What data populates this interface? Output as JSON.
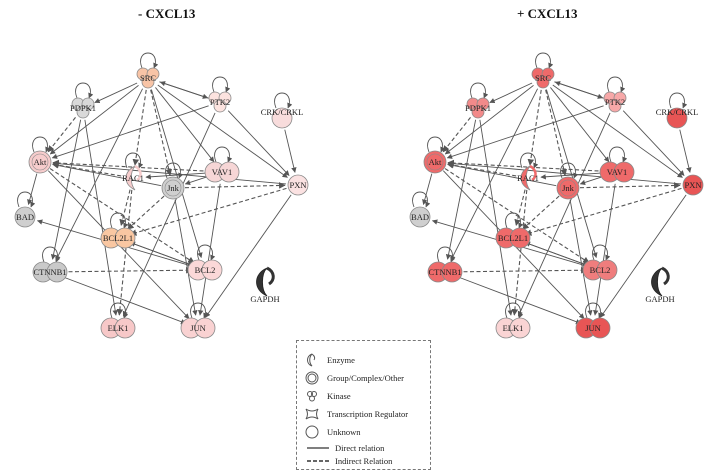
{
  "panels": [
    {
      "title": "- CXCL13",
      "nodes": [
        {
          "id": "SRC",
          "label": "SRC",
          "type": "kinase",
          "color": "#f8c4a6"
        },
        {
          "id": "PDPK1",
          "label": "PDPK1",
          "type": "kinase",
          "color": "#d9d9d9"
        },
        {
          "id": "PTK2",
          "label": "PTK2",
          "type": "kinase",
          "color": "#fce3df"
        },
        {
          "id": "CRK",
          "label": "CRK/CRKL",
          "type": "unknown",
          "color": "#f8dcdc"
        },
        {
          "id": "Akt",
          "label": "Akt",
          "type": "group",
          "color": "#f6cccc"
        },
        {
          "id": "RAC1",
          "label": "RAC1",
          "type": "enzyme",
          "color": "#f6cccc"
        },
        {
          "id": "VAV1",
          "label": "VAV1",
          "type": "transcription",
          "color": "#f6d6d6"
        },
        {
          "id": "PXN",
          "label": "PXN",
          "type": "unknown",
          "color": "#fbe2e2"
        },
        {
          "id": "Jnk",
          "label": "Jnk",
          "type": "group",
          "color": "#cfcfcf"
        },
        {
          "id": "BAD",
          "label": "BAD",
          "type": "unknown",
          "color": "#cfcfcf"
        },
        {
          "id": "BCL2L1",
          "label": "BCL2L1",
          "type": "transcription",
          "color": "#f9c7a2"
        },
        {
          "id": "CTNNB1",
          "label": "CTNNB1",
          "type": "transcription",
          "color": "#c9c9c9"
        },
        {
          "id": "BCL2",
          "label": "BCL2",
          "type": "transcription",
          "color": "#fbd8d8"
        },
        {
          "id": "GAPDH",
          "label": "GAPDH",
          "type": "enzyme",
          "color": "#333333"
        },
        {
          "id": "ELK1",
          "label": "ELK1",
          "type": "transcription",
          "color": "#f7c8c8"
        },
        {
          "id": "JUN",
          "label": "JUN",
          "type": "transcription",
          "color": "#f9d2d2"
        }
      ]
    },
    {
      "title": "+ CXCL13",
      "nodes": [
        {
          "id": "SRC",
          "label": "SRC",
          "type": "kinase",
          "color": "#ef6a6a"
        },
        {
          "id": "PDPK1",
          "label": "PDPK1",
          "type": "kinase",
          "color": "#f28a8a"
        },
        {
          "id": "PTK2",
          "label": "PTK2",
          "type": "kinase",
          "color": "#f7a8a8"
        },
        {
          "id": "CRK",
          "label": "CRK/CRKL",
          "type": "unknown",
          "color": "#e85555"
        },
        {
          "id": "Akt",
          "label": "Akt",
          "type": "group",
          "color": "#ef6a6a"
        },
        {
          "id": "RAC1",
          "label": "RAC1",
          "type": "enzyme",
          "color": "#ef6a6a"
        },
        {
          "id": "VAV1",
          "label": "VAV1",
          "type": "transcription",
          "color": "#ef6a6a"
        },
        {
          "id": "PXN",
          "label": "PXN",
          "type": "unknown",
          "color": "#e85555"
        },
        {
          "id": "Jnk",
          "label": "Jnk",
          "type": "group",
          "color": "#ef6a6a"
        },
        {
          "id": "BAD",
          "label": "BAD",
          "type": "unknown",
          "color": "#cfcfcf"
        },
        {
          "id": "BCL2L1",
          "label": "BCL2L1",
          "type": "transcription",
          "color": "#ef6a6a"
        },
        {
          "id": "CTNNB1",
          "label": "CTNNB1",
          "type": "transcription",
          "color": "#ef6a6a"
        },
        {
          "id": "BCL2",
          "label": "BCL2",
          "type": "transcription",
          "color": "#ef7d7d"
        },
        {
          "id": "GAPDH",
          "label": "GAPDH",
          "type": "enzyme",
          "color": "#333333"
        },
        {
          "id": "ELK1",
          "label": "ELK1",
          "type": "transcription",
          "color": "#fad4d4"
        },
        {
          "id": "JUN",
          "label": "JUN",
          "type": "transcription",
          "color": "#e85555"
        }
      ]
    }
  ],
  "edges_direct": [
    [
      "SRC",
      "PDPK1"
    ],
    [
      "SRC",
      "PTK2"
    ],
    [
      "SRC",
      "Akt"
    ],
    [
      "SRC",
      "VAV1"
    ],
    [
      "SRC",
      "PXN"
    ],
    [
      "SRC",
      "CTNNB1"
    ],
    [
      "SRC",
      "BCL2"
    ],
    [
      "PTK2",
      "Akt"
    ],
    [
      "PTK2",
      "SRC"
    ],
    [
      "PTK2",
      "PXN"
    ],
    [
      "PTK2",
      "ELK1"
    ],
    [
      "CRK",
      "PXN"
    ],
    [
      "PXN",
      "Akt"
    ],
    [
      "PXN",
      "JUN"
    ],
    [
      "VAV1",
      "RAC1"
    ],
    [
      "VAV1",
      "Jnk"
    ],
    [
      "VAV1",
      "JUN"
    ],
    [
      "Akt",
      "BAD"
    ],
    [
      "Akt",
      "JUN"
    ],
    [
      "Jnk",
      "Akt"
    ],
    [
      "Jnk",
      "JUN"
    ],
    [
      "BCL2L1",
      "BCL2"
    ],
    [
      "BCL2",
      "BCL2L1"
    ],
    [
      "BCL2",
      "BAD"
    ],
    [
      "CTNNB1",
      "JUN"
    ],
    [
      "PDPK1",
      "ELK1"
    ],
    [
      "PDPK1",
      "CTNNB1"
    ]
  ],
  "edges_indirect": [
    [
      "SRC",
      "RAC1"
    ],
    [
      "SRC",
      "Jnk"
    ],
    [
      "RAC1",
      "Akt"
    ],
    [
      "RAC1",
      "BCL2L1"
    ],
    [
      "RAC1",
      "ELK1"
    ],
    [
      "Jnk",
      "BCL2L1"
    ],
    [
      "Akt",
      "BCL2"
    ],
    [
      "CTNNB1",
      "BCL2"
    ],
    [
      "PXN",
      "BCL2L1"
    ],
    [
      "VAV1",
      "Akt"
    ],
    [
      "PDPK1",
      "Akt"
    ],
    [
      "Jnk",
      "PXN"
    ]
  ],
  "self_loops": [
    "SRC",
    "PDPK1",
    "PTK2",
    "Akt",
    "RAC1",
    "VAV1",
    "Jnk",
    "BAD",
    "BCL2L1",
    "CTNNB1",
    "BCL2",
    "ELK1",
    "JUN",
    "CRK"
  ],
  "legend": {
    "items": [
      {
        "icon": "enzyme",
        "label": "Enzyme"
      },
      {
        "icon": "group",
        "label": "Group/Complex/Other"
      },
      {
        "icon": "kinase",
        "label": "Kinase"
      },
      {
        "icon": "transcription",
        "label": "Transcription Regulator"
      },
      {
        "icon": "unknown",
        "label": "Unknown"
      },
      {
        "icon": "direct",
        "label": "Direct relation"
      },
      {
        "icon": "indirect",
        "label": "Indirect Relation"
      }
    ]
  },
  "colors": {
    "edge": "#555555",
    "node_stroke": "#8a8a8a",
    "text": "#222222"
  }
}
